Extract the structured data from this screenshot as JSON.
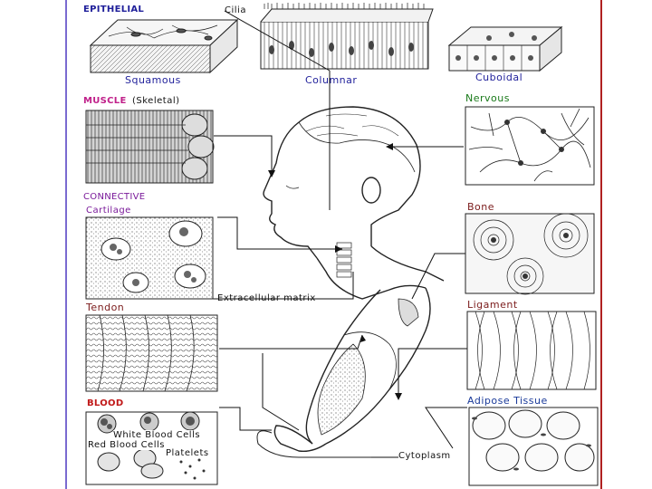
{
  "labels": {
    "epithelial": "EPITHELIAL",
    "cilia": "Cilia",
    "squamous": "Squamous",
    "columnar": "Columnar",
    "cuboidal": "Cuboidal",
    "muscle": "MUSCLE",
    "skeletal": "(Skeletal)",
    "nervous": "Nervous",
    "connective": "CONNECTIVE",
    "cartilage": "Cartilage",
    "bone": "Bone",
    "extracellular_matrix": "Extracellular matrix",
    "tendon": "Tendon",
    "ligament": "Ligament",
    "blood": "BLOOD",
    "adipose": "Adipose Tissue",
    "white_blood_cells": "White Blood Cells",
    "red_blood_cells": "Red Blood Cells",
    "platelets": "Platelets",
    "cytoplasm": "Cytoplasm"
  },
  "colors": {
    "epithelial": "#1f1f9a",
    "muscle": "#c0208a",
    "nervous": "#1a7a1a",
    "connective": "#7a1a9a",
    "cartilage": "#7a1a9a",
    "bone": "#7a1a1a",
    "tendon": "#7a1a1a",
    "ligament": "#7a1a1a",
    "blood": "#c01818",
    "adipose": "#1a3a9a",
    "black": "#111111",
    "left_edge": "#7a6ad0",
    "right_edge": "#b02020"
  }
}
